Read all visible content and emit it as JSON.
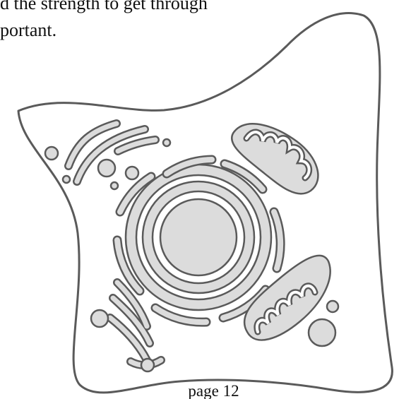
{
  "page": {
    "text_lines": [
      "d the strength to get through",
      "portant."
    ],
    "illustration_icon": "animal-cell-outline-icon",
    "footer_label": "page 12"
  },
  "colors": {
    "outline": "#5a5a5a",
    "fill": "#dcdcdc",
    "text": "#111111",
    "background": "#ffffff"
  }
}
